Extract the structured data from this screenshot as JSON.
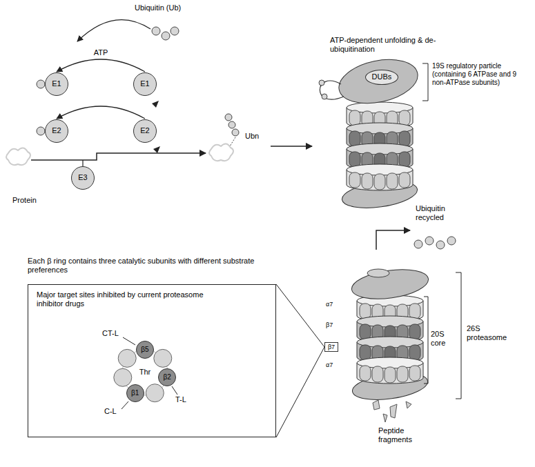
{
  "diagram": {
    "nodes": [
      {
        "text": [
          "E1"
        ]
      },
      {
        "text": [
          "E1"
        ]
      },
      {
        "text": [
          "E2"
        ]
      },
      {
        "text": [
          "E2"
        ]
      },
      {
        "text": [
          "E3"
        ]
      },
      {
        "text": [
          "DUBs"
        ]
      },
      {
        "text": [
          "Major target sites inhibited by current proteasome inhibitor drugs"
        ]
      },
      {
        "text": [
          "β5"
        ],
        "in": 6
      },
      {
        "text": [
          "β2"
        ],
        "in": 6
      },
      {
        "text": [
          "β1"
        ],
        "in": 6
      },
      {
        "text": [
          "β7"
        ]
      }
    ],
    "edges": [
      {
        "from": 1,
        "to": 0,
        "arrow": "to",
        "label": "ATP"
      },
      {
        "from": 3,
        "to": 2,
        "arrow": "to"
      },
      {
        "from": 10,
        "to": 6,
        "arrow": "none"
      }
    ],
    "labels": [
      "Ubiquitin (Ub)",
      "Protein",
      "Ubn",
      "ATP-dependent unfolding & de-ubiquitination",
      "19S regulatory particle (containing 6 ATPase and 9 non-ATPase subunits)",
      "Ubiquitin recycled",
      "26S proteasome",
      "20S core",
      "α7",
      "β7",
      "α7",
      "Peptide fragments",
      "Each β ring contains three catalytic subunits with different substrate preferences",
      "CT-L",
      "Thr",
      "T-L",
      "C-L"
    ]
  }
}
